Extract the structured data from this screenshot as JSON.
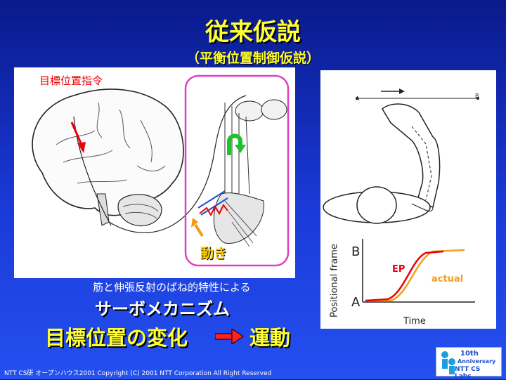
{
  "title": "従来仮説",
  "subtitle": "（平衡位置制御仮説）",
  "left_panel": {
    "target_label": "目標位置指令",
    "move_label": "動き"
  },
  "right_panel": {
    "point_a": "A",
    "point_b": "B",
    "graph": {
      "y_axis_label": "Positional frame",
      "x_axis_label": "Time",
      "tick_b": "B",
      "tick_a": "A",
      "ep_label": "EP",
      "actual_label": "actual"
    }
  },
  "spring_label": "筋と伸張反射のばね的特性による",
  "servo_label": "サーボメカニズム",
  "bottom": {
    "left_text": "目標位置の変化",
    "right_text": "運動"
  },
  "copyright": "NTT CS研 オープンハウス2001 Copyright (C) 2001 NTT Corporation All Right Reserved",
  "badge": {
    "line1": "10th",
    "line2": "Anniversary",
    "line3": "NTT CS Labs."
  },
  "colors": {
    "title": "#ffff33",
    "accent_red": "#e8000a",
    "magenta_box": "#e040c0",
    "ep_curve": "#e8000a",
    "actual_curve": "#f0a020"
  }
}
